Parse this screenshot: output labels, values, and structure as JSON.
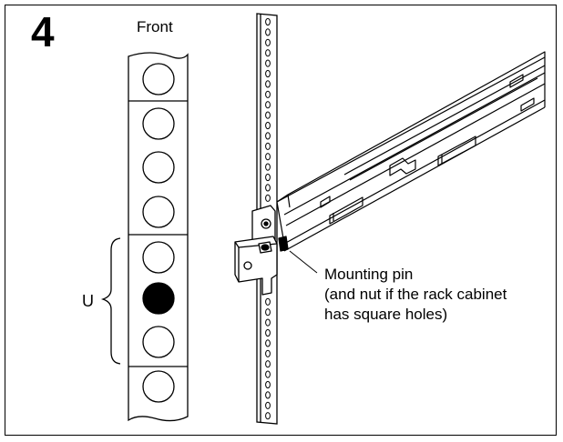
{
  "diagram": {
    "step_number": "4",
    "front_label": "Front",
    "unit_label": "U",
    "callout_lines": [
      "Mounting pin",
      "(and nut if the rack cabinet",
      "has square holes)"
    ]
  },
  "colors": {
    "line": "#000000",
    "background": "#ffffff",
    "filled_hole": "#000000"
  }
}
